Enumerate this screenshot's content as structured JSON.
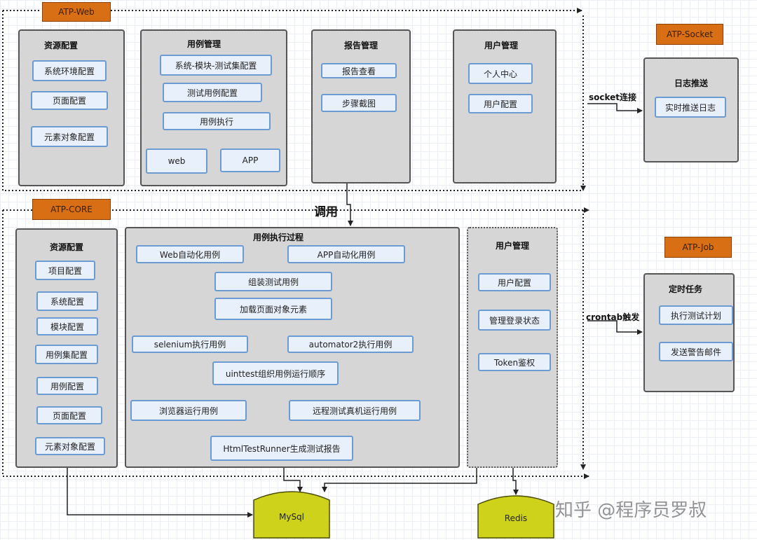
{
  "atp_web": {
    "tag": "ATP-Web",
    "resource": {
      "title": "资源配置",
      "items": [
        "系统环境配置",
        "页面配置",
        "元素对象配置"
      ]
    },
    "case": {
      "title": "用例管理",
      "items": [
        "系统-模块-测试集配置",
        "测试用例配置",
        "用例执行"
      ],
      "targets": [
        "web",
        "APP"
      ]
    },
    "report": {
      "title": "报告管理",
      "items": [
        "报告查看",
        "步骤截图"
      ]
    },
    "user": {
      "title": "用户管理",
      "items": [
        "个人中心",
        "用户配置"
      ]
    }
  },
  "atp_socket": {
    "tag": "ATP-Socket",
    "title": "日志推送",
    "item": "实时推送日志",
    "link_label": "socket连接"
  },
  "call_label": "调用",
  "atp_core": {
    "tag": "ATP-CORE",
    "resource": {
      "title": "资源配置",
      "items": [
        "项目配置",
        "系统配置",
        "模块配置",
        "用例集配置",
        "用例配置",
        "页面配置",
        "元素对象配置"
      ]
    },
    "process": {
      "title": "用例执行过程",
      "web_case": "Web自动化用例",
      "app_case": "APP自动化用例",
      "assemble": "组装测试用例",
      "load": "加载页面对象元素",
      "selenium": "selenium执行用例",
      "automator": "automator2执行用例",
      "unittest": "uinttest组织用例运行顺序",
      "browser": "浏览器运行用例",
      "remote": "远程测试真机运行用例",
      "report": "HtmlTestRunner生成测试报告"
    },
    "user": {
      "title": "用户管理",
      "items": [
        "用户配置",
        "管理登录状态",
        "Token鉴权"
      ]
    }
  },
  "atp_job": {
    "tag": "ATP-Job",
    "title": "定时任务",
    "items": [
      "执行测试计划",
      "发送警告邮件"
    ],
    "link_label": "crontab触发"
  },
  "storage": {
    "mysql": "MySql",
    "redis": "Redis"
  },
  "colors": {
    "box_border": "#6b9bd2",
    "box_fill": "#e8f0fb",
    "group_fill": "#d6d6d6",
    "tag_fill": "#d86f14",
    "db_fill": "#cfd21a"
  },
  "watermark": "知乎 @程序员罗叔"
}
